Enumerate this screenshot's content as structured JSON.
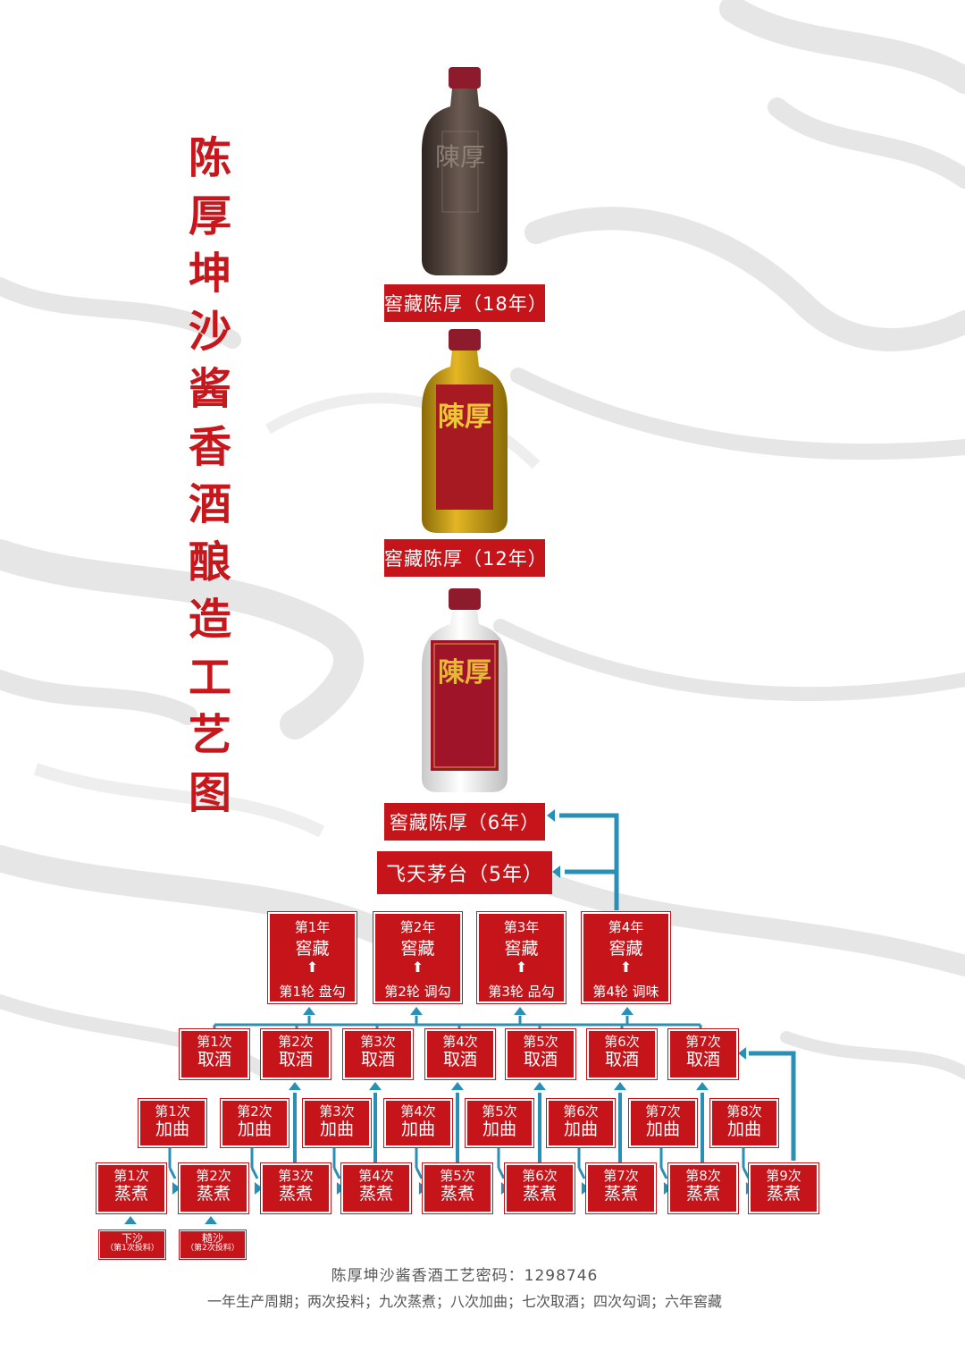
{
  "title_chars": [
    "陈",
    "厚",
    "坤",
    "沙",
    "酱",
    "香",
    "酒",
    "酿",
    "造",
    "工",
    "艺",
    "图"
  ],
  "bottles": [
    {
      "label": "窖藏陈厚（18年）",
      "brand": "陳厚"
    },
    {
      "label": "窖藏陈厚（12年）",
      "brand": "陳厚"
    },
    {
      "label": "窖藏陈厚（6年）",
      "brand": "陳厚"
    }
  ],
  "maotai_label": "飞天茅台（5年）",
  "years": [
    {
      "title": "第1年",
      "name": "窖藏",
      "round": "第1轮  盘勾"
    },
    {
      "title": "第2年",
      "name": "窖藏",
      "round": "第2轮  调勾"
    },
    {
      "title": "第3年",
      "name": "窖藏",
      "round": "第3轮  品勾"
    },
    {
      "title": "第4年",
      "name": "窖藏",
      "round": "第4轮  调味"
    }
  ],
  "qujiu": [
    {
      "title": "第1次",
      "name": "取酒"
    },
    {
      "title": "第2次",
      "name": "取酒"
    },
    {
      "title": "第3次",
      "name": "取酒"
    },
    {
      "title": "第4次",
      "name": "取酒"
    },
    {
      "title": "第5次",
      "name": "取酒"
    },
    {
      "title": "第6次",
      "name": "取酒"
    },
    {
      "title": "第7次",
      "name": "取酒"
    }
  ],
  "jiaqu": [
    {
      "title": "第1次",
      "name": "加曲"
    },
    {
      "title": "第2次",
      "name": "加曲"
    },
    {
      "title": "第3次",
      "name": "加曲"
    },
    {
      "title": "第4次",
      "name": "加曲"
    },
    {
      "title": "第5次",
      "name": "加曲"
    },
    {
      "title": "第6次",
      "name": "加曲"
    },
    {
      "title": "第7次",
      "name": "加曲"
    },
    {
      "title": "第8次",
      "name": "加曲"
    }
  ],
  "zhengzhu": [
    {
      "title": "第1次",
      "name": "蒸煮"
    },
    {
      "title": "第2次",
      "name": "蒸煮"
    },
    {
      "title": "第3次",
      "name": "蒸煮"
    },
    {
      "title": "第4次",
      "name": "蒸煮"
    },
    {
      "title": "第5次",
      "name": "蒸煮"
    },
    {
      "title": "第6次",
      "name": "蒸煮"
    },
    {
      "title": "第7次",
      "name": "蒸煮"
    },
    {
      "title": "第8次",
      "name": "蒸煮"
    },
    {
      "title": "第9次",
      "name": "蒸煮"
    }
  ],
  "inputs": [
    {
      "name": "下沙",
      "note": "（第1次投料）"
    },
    {
      "name": "糙沙",
      "note": "（第2次投料）"
    }
  ],
  "caption_code": "陈厚坤沙酱香酒工艺密码：1298746",
  "caption_summary": "一年生产周期；两次投料；九次蒸煮；八次加曲；七次取酒；四次勾调；六年窖藏",
  "colors": {
    "red": "#c5141a",
    "connector": "#2a8fb5"
  }
}
